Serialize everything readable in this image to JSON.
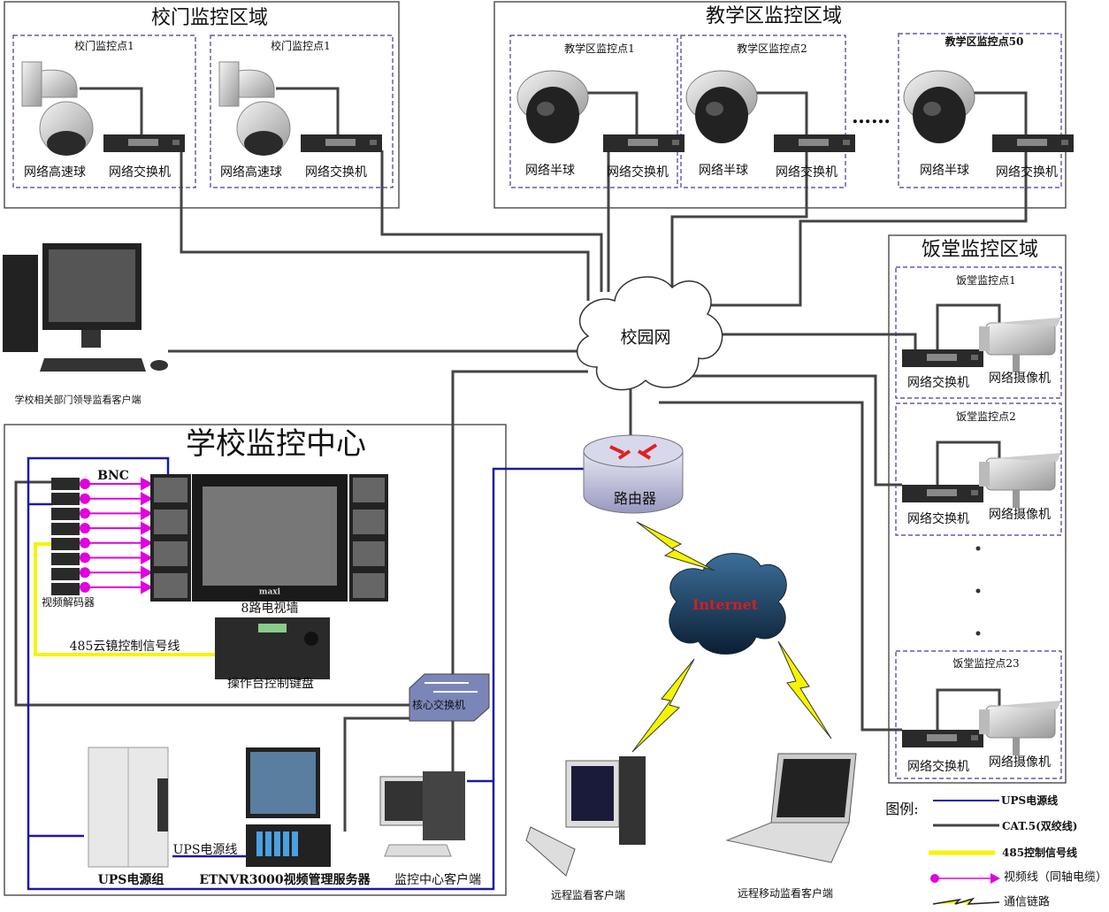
{
  "gate_area": {
    "title": "校门监控区域",
    "points": [
      {
        "title": "校门监控点1",
        "camera": "网络高速球",
        "switch": "网络交换机"
      },
      {
        "title": "校门监控点1",
        "camera": "网络高速球",
        "switch": "网络交换机"
      }
    ]
  },
  "teaching_area": {
    "title": "教学区监控区域",
    "points": [
      {
        "title": "教学区监控点1",
        "camera": "网络半球",
        "switch": "网络交换机"
      },
      {
        "title": "教学区监控点2",
        "camera": "网络半球",
        "switch": "网络交换机"
      },
      {
        "title": "教学区监控点50",
        "camera": "网络半球",
        "switch": "网络交换机"
      }
    ],
    "ellipsis": "……"
  },
  "canteen_area": {
    "title": "饭堂监控区域",
    "points": [
      {
        "title": "饭堂监控点1",
        "switch": "网络交换机",
        "camera": "网络摄像机"
      },
      {
        "title": "饭堂监控点2",
        "switch": "网络交换机",
        "camera": "网络摄像机"
      },
      {
        "title": "饭堂监控点23",
        "switch": "网络交换机",
        "camera": "网络摄像机"
      }
    ]
  },
  "campus_network": "校园网",
  "router": "路由器",
  "internet": "Internet",
  "leader_client": "学校相关部门领导监看客户端",
  "center": {
    "title": "学校监控中心",
    "bnc": "BNC",
    "decoder": "视频解码器",
    "tv_wall": "8路电视墙",
    "tv_brand": "maxi",
    "ptz_line": "485云镜控制信号线",
    "keyboard": "操作台控制键盘",
    "core_switch": "核心交换机",
    "ups_line": "UPS电源线",
    "ups": "UPS电源组",
    "server": "ETNVR3000视频管理服务器",
    "center_client": "监控中心客户端"
  },
  "remote_client": "远程监看客户端",
  "remote_mobile_client": "远程移动监看客户端",
  "legend": {
    "title": "图例:",
    "items": [
      {
        "label": "UPS电源线",
        "color": "#1a1aa8"
      },
      {
        "label": "CAT.5(双绞线)",
        "color": "#444444"
      },
      {
        "label": "485控制信号线",
        "color": "#f5f500"
      },
      {
        "label": "视频线（同轴电缆）",
        "color": "#e000e0"
      },
      {
        "label": "通信链路",
        "color": "#f0f000"
      }
    ]
  },
  "colors": {
    "ups": "#1a1aa8",
    "cat5": "#444444",
    "rs485": "#f5f500",
    "video": "#e000e0",
    "dashed_box": "#3a3aa0"
  }
}
